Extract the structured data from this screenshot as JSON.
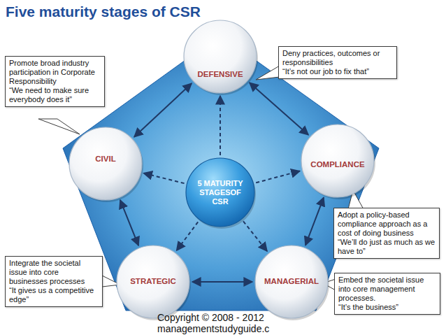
{
  "diagram": {
    "title": "Five maturity stages of CSR",
    "nodes": [
      {
        "text": [
          "Promote broad industry participation in Corporate Responsibility",
          "“We need to make sure everybody does it”"
        ]
      },
      {
        "text": [
          "DEFENSIVE"
        ]
      },
      {
        "text": [
          "Deny practices, outcomes or responsibilities",
          "“It’s not our job to fix that”"
        ]
      },
      {
        "text": [
          "CIVIL"
        ]
      },
      {
        "text": [
          "5 MATURITY STAGESOF CSR"
        ]
      },
      {
        "text": [
          "COMPLIANCE"
        ]
      },
      {
        "text": [
          "Adopt a policy-based compliance approach as a cost of doing business",
          "“We’ll do just as much as we have to”"
        ]
      },
      {
        "text": [
          "Integrate the societal issue into core businesses processes",
          "“It gives us a competitive edge”"
        ]
      },
      {
        "text": [
          "STRATEGIC"
        ]
      },
      {
        "text": [
          "MANAGERIAL"
        ]
      },
      {
        "text": [
          "Embed the societal issue into core management processes.",
          "“It’s the business”"
        ]
      }
    ],
    "edges": [
      {
        "from": 1,
        "to": 5,
        "arrow": "both"
      },
      {
        "from": 5,
        "to": 9,
        "arrow": "both"
      },
      {
        "from": 9,
        "to": 8,
        "arrow": "both"
      },
      {
        "from": 8,
        "to": 3,
        "arrow": "both"
      },
      {
        "from": 3,
        "to": 1,
        "arrow": "both"
      },
      {
        "from": 4,
        "to": 1,
        "arrow": "to"
      },
      {
        "from": 4,
        "to": 5,
        "arrow": "to"
      },
      {
        "from": 4,
        "to": 9,
        "arrow": "to"
      },
      {
        "from": 4,
        "to": 8,
        "arrow": "to"
      },
      {
        "from": 4,
        "to": 3,
        "arrow": "to"
      }
    ],
    "labels": [
      "Copyright © 2008 - 2012 managementstudyguide.c"
    ]
  }
}
